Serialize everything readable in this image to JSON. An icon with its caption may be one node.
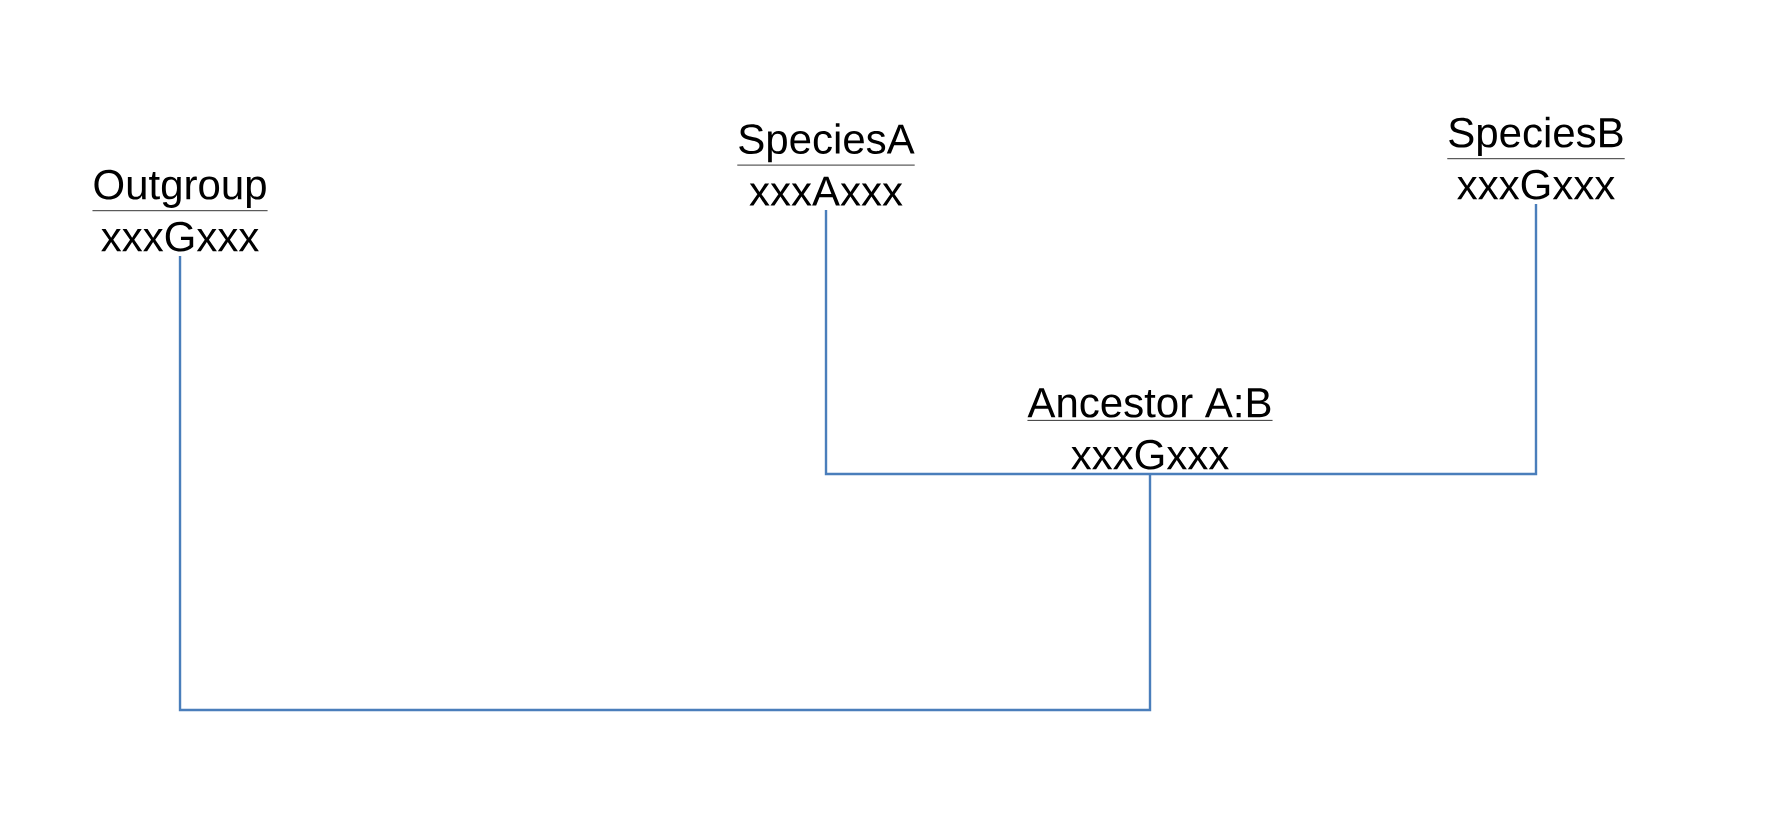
{
  "diagram": {
    "nodes": [
      {
        "text": [
          "Outgroup",
          "xxxGxxx"
        ]
      },
      {
        "text": [
          "SpeciesA",
          "xxxAxxx"
        ]
      },
      {
        "text": [
          "SpeciesB",
          "xxxGxxx"
        ]
      },
      {
        "text": [
          "Ancestor A:B",
          "xxxGxxx"
        ]
      }
    ],
    "edges": [
      {
        "from": 1,
        "to": 3,
        "arrow": "none"
      },
      {
        "from": 2,
        "to": 3,
        "arrow": "none"
      },
      {
        "from": 0,
        "to": 3,
        "arrow": "none"
      }
    ]
  }
}
